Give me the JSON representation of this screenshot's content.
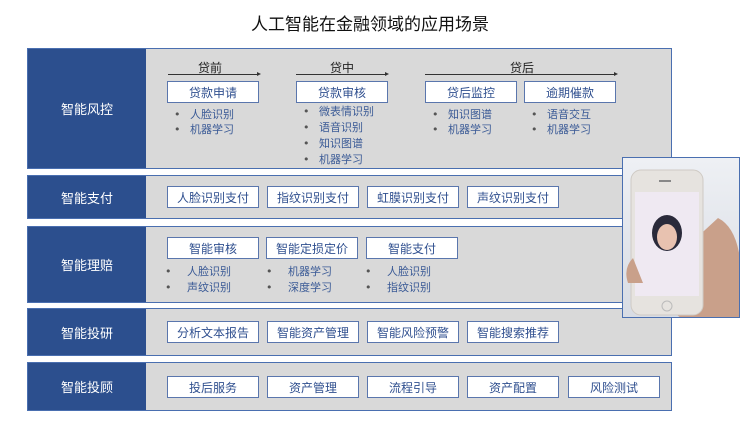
{
  "title": "人工智能在金融领域的应用场景",
  "rows": [
    {
      "label": "智能风控",
      "phases": [
        "贷前",
        "贷中",
        "贷后"
      ],
      "boxes": [
        {
          "label": "贷款申请",
          "items": [
            "人脸识别",
            "机器学习"
          ]
        },
        {
          "label": "贷款审核",
          "items": [
            "微表情识别",
            "语音识别",
            "知识图谱",
            "机器学习"
          ]
        },
        {
          "label": "贷后监控",
          "items": [
            "知识图谱",
            "机器学习"
          ]
        },
        {
          "label": "逾期催款",
          "items": [
            "语音交互",
            "机器学习"
          ]
        }
      ]
    },
    {
      "label": "智能支付",
      "boxes": [
        "人脸识别支付",
        "指纹识别支付",
        "虹膜识别支付",
        "声纹识别支付"
      ]
    },
    {
      "label": "智能理赔",
      "boxes": [
        {
          "label": "智能审核",
          "items": [
            "人脸识别",
            "声纹识别"
          ]
        },
        {
          "label": "智能定损定价",
          "items": [
            "机器学习",
            "深度学习"
          ]
        },
        {
          "label": "智能支付",
          "items": [
            "人脸识别",
            "指纹识别"
          ]
        }
      ]
    },
    {
      "label": "智能投研",
      "boxes": [
        "分析文本报告",
        "智能资产管理",
        "智能风险预警",
        "智能搜索推荐"
      ]
    },
    {
      "label": "智能投顾",
      "boxes": [
        "投后服务",
        "资产管理",
        "流程引导",
        "资产配置",
        "风险测试"
      ]
    }
  ],
  "photo": {
    "icon": "face-recognition-phone-photo"
  },
  "colors": {
    "label_bg": "#2c4f8e",
    "row_bg": "#d9d9d9",
    "box_text": "#2f4f8f"
  }
}
